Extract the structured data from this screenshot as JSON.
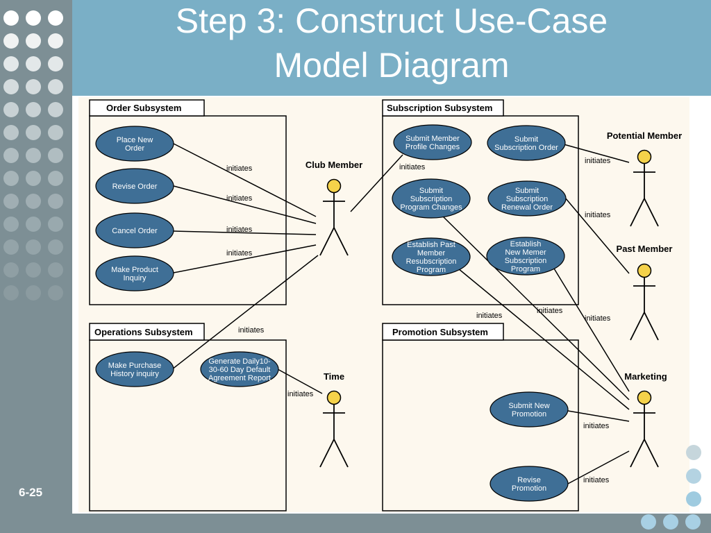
{
  "slide": {
    "title_line1": "Step 3: Construct Use-Case",
    "title_line2": "Model Diagram",
    "number": "6-25"
  },
  "colors": {
    "usecase_fill": "#3f6f96",
    "actor_head": "#f5d24a",
    "sidebar": "#7d8f95",
    "title_bar": "#7aafc6"
  },
  "subsystems": {
    "order": "Order Subsystem",
    "subscription": "Subscription Subsystem",
    "operations": "Operations Subsystem",
    "promotion": "Promotion Subsystem"
  },
  "actors": {
    "club_member": "Club Member",
    "potential_member": "Potential Member",
    "past_member": "Past Member",
    "time": "Time",
    "marketing": "Marketing"
  },
  "usecases": {
    "place_new_order": [
      "Place New",
      "Order"
    ],
    "revise_order": [
      "Revise Order"
    ],
    "cancel_order": [
      "Cancel Order"
    ],
    "make_product_inquiry": [
      "Make Product",
      "Inquiry"
    ],
    "make_purchase_history_inquiry": [
      "Make Purchase",
      "History inquiry"
    ],
    "generate_default_report": [
      "Generate Daily10-",
      "30-60 Day Default",
      "Agreement Report"
    ],
    "submit_member_profile_changes": [
      "Submit Member",
      "Profile Changes"
    ],
    "submit_subscription_order": [
      "Submit",
      "Subscription Order"
    ],
    "submit_subscription_program_changes": [
      "Submit",
      "Subscription",
      "Program Changes"
    ],
    "submit_subscription_renewal_order": [
      "Submit",
      "Subscription",
      "Renewal Order"
    ],
    "establish_past_member_resubscription": [
      "Establish Past",
      "Member",
      "Resubscription",
      "Program"
    ],
    "establish_new_member_subscription": [
      "Establish",
      "New Memer",
      "Subscription",
      "Program"
    ],
    "submit_new_promotion": [
      "Submit New",
      "Promotion"
    ],
    "revise_promotion": [
      "Revise",
      "Promotion"
    ]
  },
  "relationship_label": "initiates"
}
